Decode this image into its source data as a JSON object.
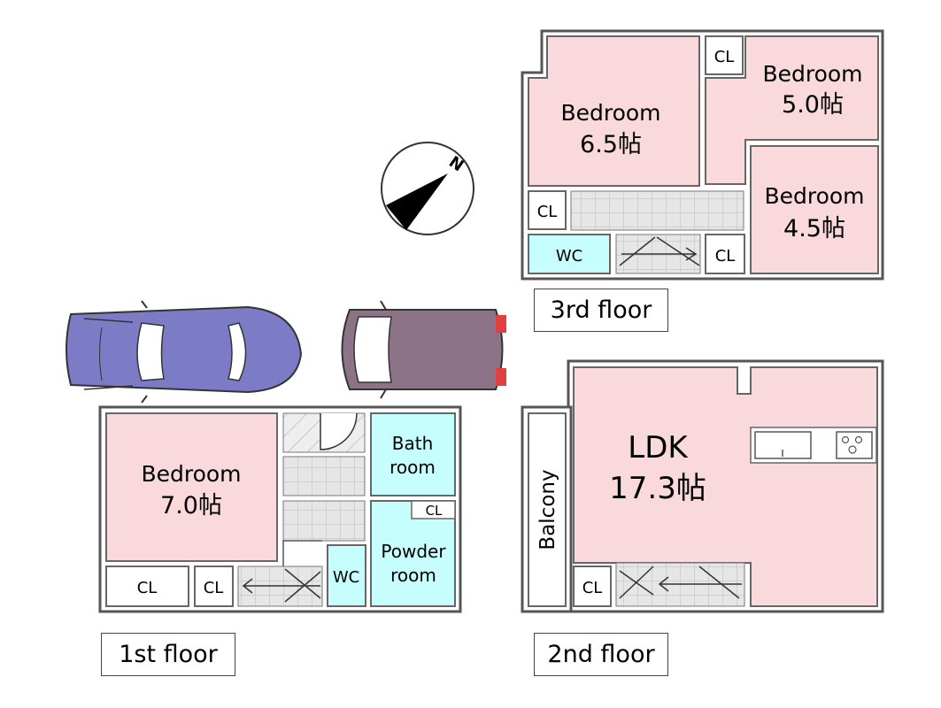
{
  "compass": {
    "north_label": "N"
  },
  "floors": {
    "first": {
      "label": "1st floor"
    },
    "second": {
      "label": "2nd floor"
    },
    "third": {
      "label": "3rd floor"
    }
  },
  "rooms": {
    "f3_bedroom_a": {
      "name": "Bedroom",
      "size": "6.5帖"
    },
    "f3_bedroom_b": {
      "name": "Bedroom",
      "size": "5.0帖"
    },
    "f3_bedroom_c": {
      "name": "Bedroom",
      "size": "4.5帖"
    },
    "f3_cl_1": "CL",
    "f3_cl_2": "CL",
    "f3_cl_3": "CL",
    "f3_wc": "WC",
    "f1_bedroom": {
      "name": "Bedroom",
      "size": "7.0帖"
    },
    "f1_bath": {
      "line1": "Bath",
      "line2": "room"
    },
    "f1_powder": {
      "line1": "Powder",
      "line2": "room"
    },
    "f1_cl_1": "CL",
    "f1_cl_2": "CL",
    "f1_cl_3": "CL",
    "f1_wc": "WC",
    "f2_ldk": {
      "name": "LDK",
      "size": "17.3帖"
    },
    "f2_balcony": "Balcony",
    "f2_cl": "CL"
  },
  "colors": {
    "room_pink": "#f9d9dc",
    "wet_cyan": "#c6fdfd",
    "stair_gray": "#e4e4e4",
    "wall": "#555555",
    "car_blue": "#7b7bc6",
    "car_purple": "#8c7387"
  }
}
